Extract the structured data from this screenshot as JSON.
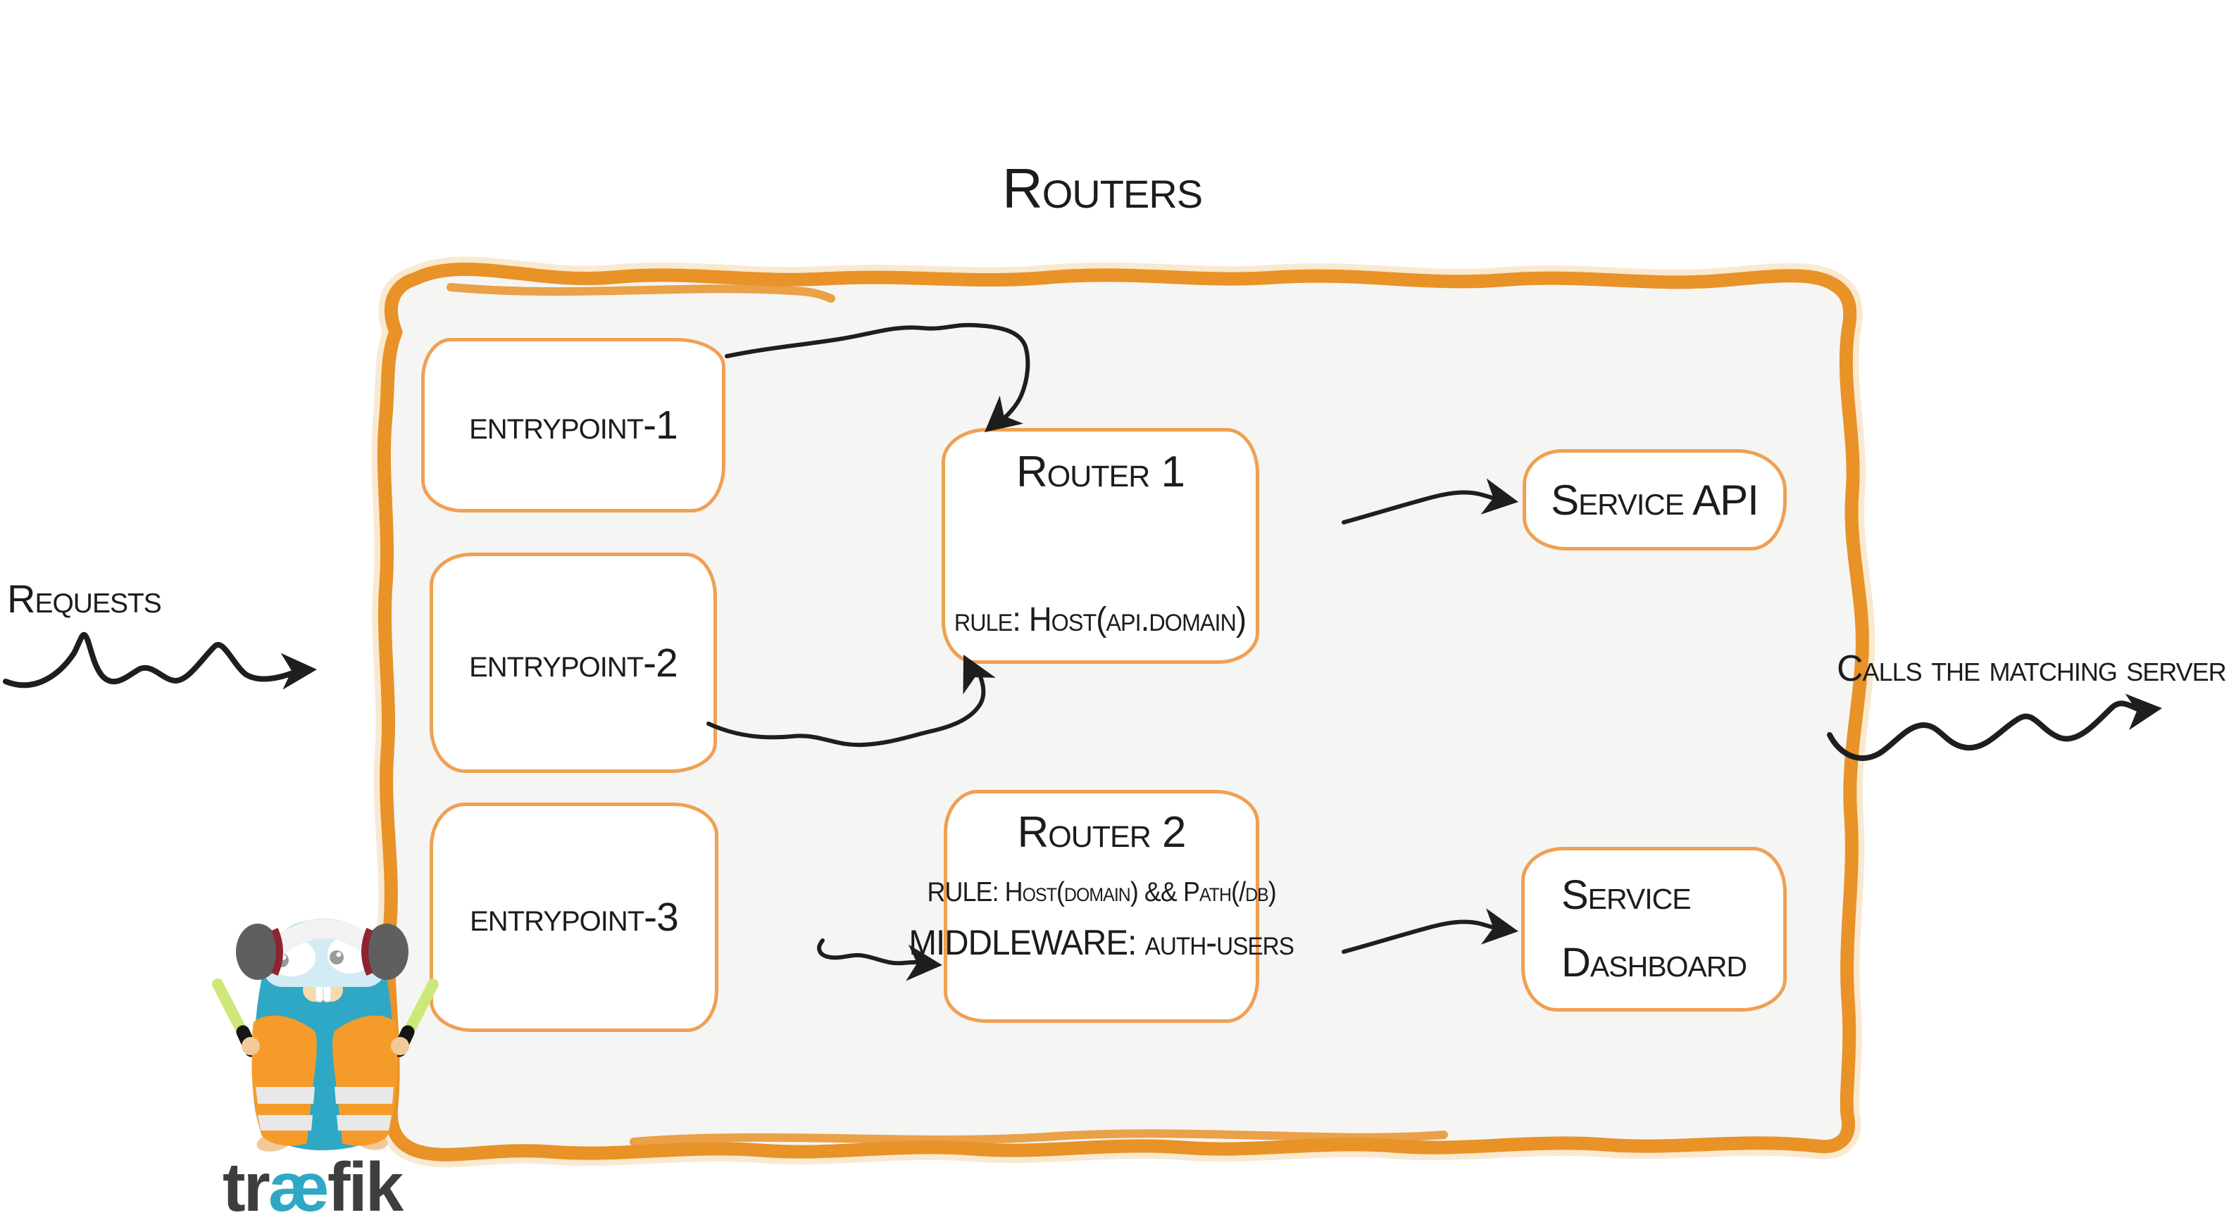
{
  "diagram": {
    "title": "Routers",
    "requests_label": "Requests",
    "calls_label": "Calls the matching server"
  },
  "entrypoints": [
    {
      "label": "entrypoint-1"
    },
    {
      "label": "entrypoint-2"
    },
    {
      "label": "entrypoint-3"
    }
  ],
  "routers": [
    {
      "name": "Router 1",
      "rule": "rule: Host(api.domain)"
    },
    {
      "name": "Router 2",
      "rule": "RULE: Host(domain) && Path(/db)",
      "middleware": "MIDDLEWARE: auth-users"
    }
  ],
  "services": [
    {
      "label": "Service API"
    },
    {
      "label": "Service Dashboard",
      "lines": [
        "Service",
        "Dashboard"
      ]
    }
  ],
  "logo": {
    "part1": "tr",
    "part2": "æ",
    "part3": "fik"
  },
  "colors": {
    "container_border": "#e89228",
    "container_halo": "#f3d4a0",
    "container_fill": "#f5f5f4",
    "box_border": "#efa053",
    "ink": "#1c1c1c",
    "gopher_teal": "#2fa8c5",
    "vest_orange": "#f59b29",
    "vest_stripe": "#e8e8e8",
    "baton_green": "#cde878",
    "headphone_gray": "#5c5c5c",
    "headphone_red": "#8e2430",
    "skin_tan": "#f3c99a",
    "logo_text": "#3e3e3e"
  }
}
